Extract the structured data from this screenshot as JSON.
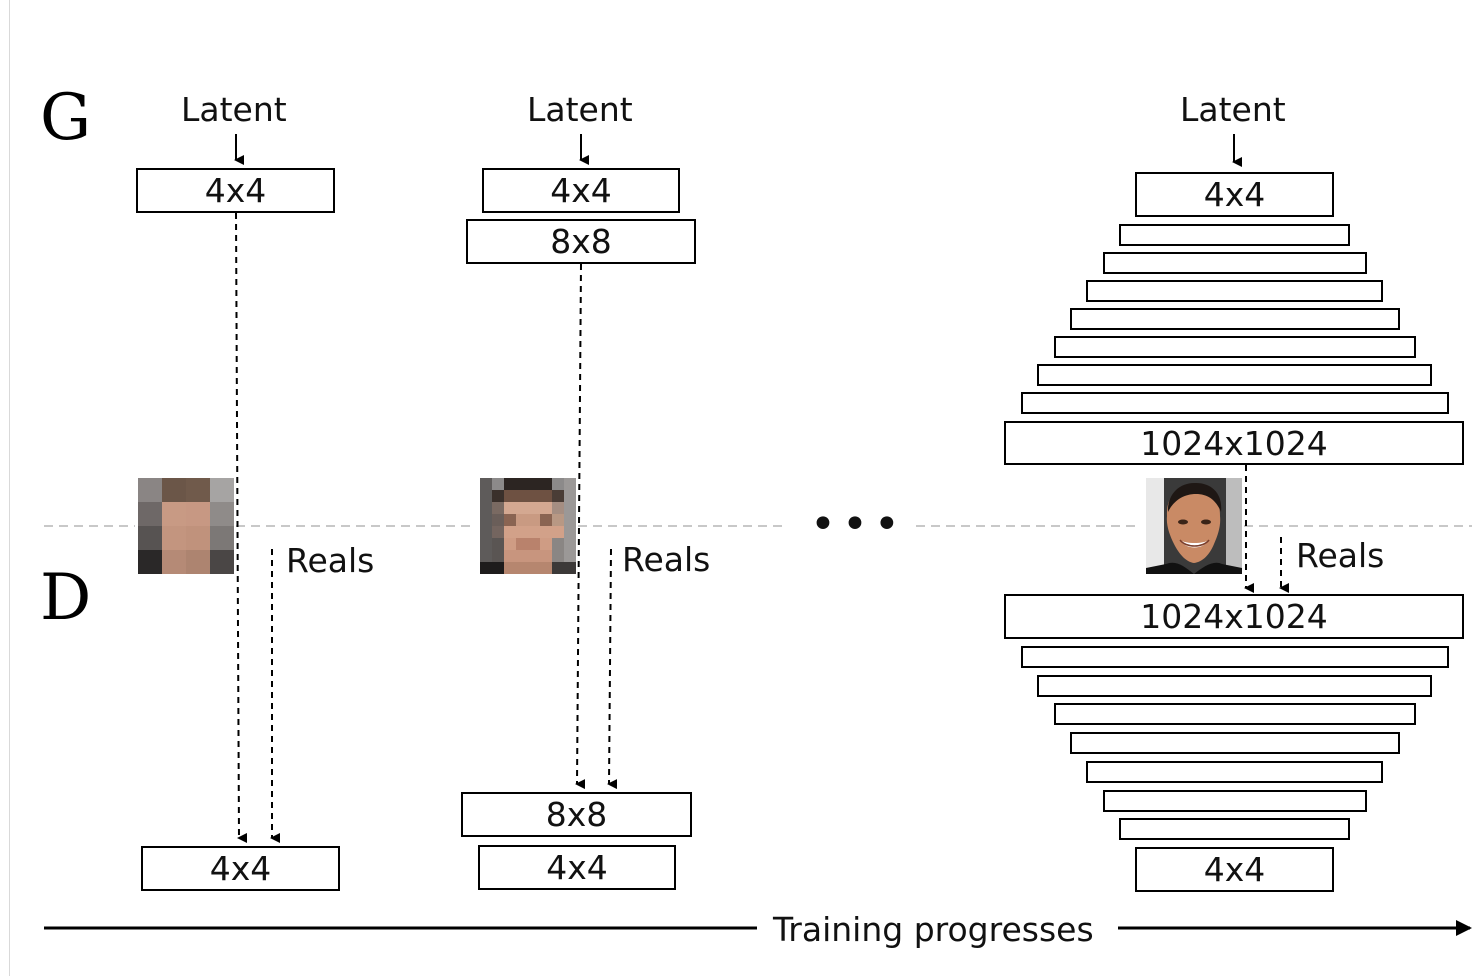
{
  "generator_label": "G",
  "discriminator_label": "D",
  "ellipsis": "•••",
  "axis_label": "Training progresses",
  "stages": [
    {
      "latent": "Latent",
      "reals": "Reals",
      "generator_blocks": [
        "4x4"
      ],
      "discriminator_blocks": [
        "4x4"
      ]
    },
    {
      "latent": "Latent",
      "reals": "Reals",
      "generator_blocks": [
        "4x4",
        "8x8"
      ],
      "discriminator_blocks": [
        "8x8",
        "4x4"
      ]
    },
    {
      "latent": "Latent",
      "reals": "Reals",
      "generator_blocks": [
        "4x4",
        "1024x1024"
      ],
      "discriminator_blocks": [
        "1024x1024",
        "4x4"
      ]
    }
  ],
  "colors": {
    "line": "#000000",
    "divider": "#c8c8c8",
    "frame_rule": "#d9d9d9"
  }
}
